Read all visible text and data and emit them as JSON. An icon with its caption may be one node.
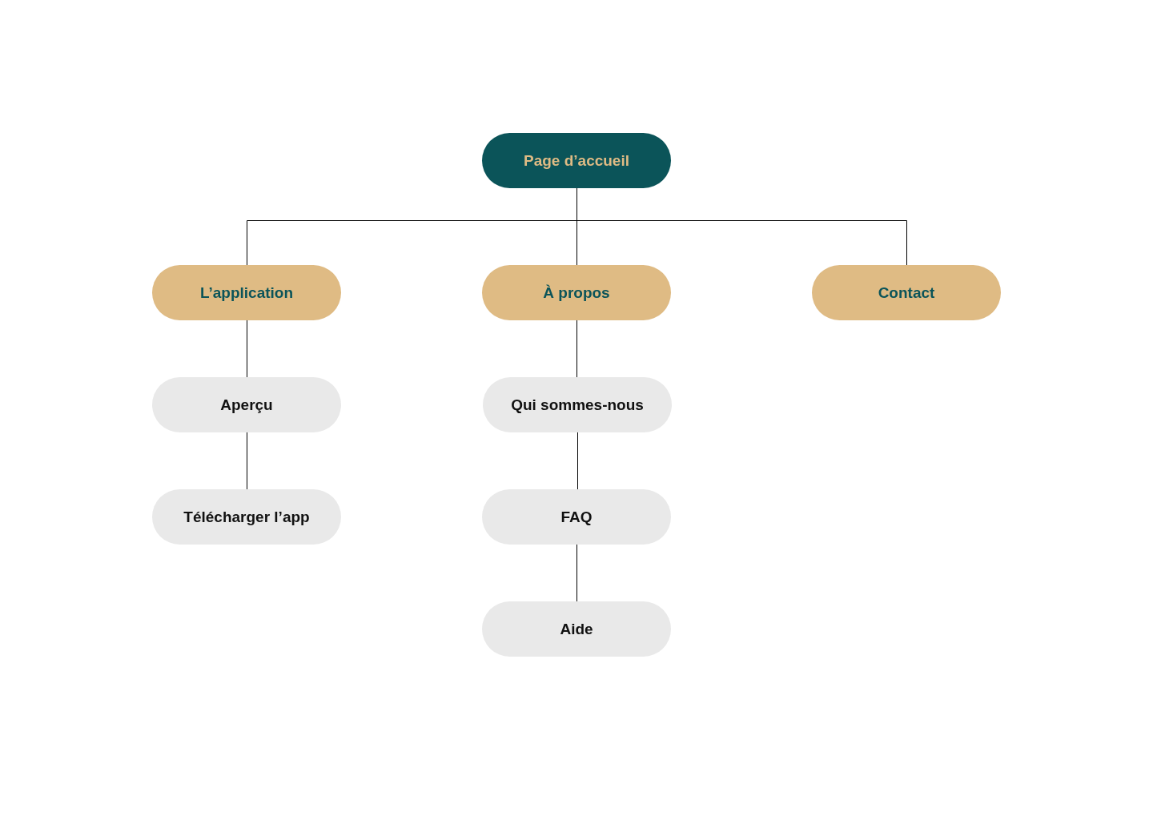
{
  "diagram": {
    "nodes": [
      {
        "text": [
          "Page d’accueil"
        ]
      },
      {
        "text": [
          "L’application"
        ]
      },
      {
        "text": [
          "À propos"
        ]
      },
      {
        "text": [
          "Contact"
        ]
      },
      {
        "text": [
          "Aperçu"
        ]
      },
      {
        "text": [
          "Télécharger l’app"
        ]
      },
      {
        "text": [
          "Qui sommes-nous"
        ]
      },
      {
        "text": [
          "FAQ"
        ]
      },
      {
        "text": [
          "Aide"
        ]
      }
    ],
    "edges": [
      {
        "from": 0,
        "to": 1,
        "arrow": "none"
      },
      {
        "from": 0,
        "to": 2,
        "arrow": "none"
      },
      {
        "from": 0,
        "to": 3,
        "arrow": "none"
      },
      {
        "from": 1,
        "to": 4,
        "arrow": "none"
      },
      {
        "from": 4,
        "to": 5,
        "arrow": "none"
      },
      {
        "from": 2,
        "to": 6,
        "arrow": "none"
      },
      {
        "from": 6,
        "to": 7,
        "arrow": "none"
      },
      {
        "from": 7,
        "to": 8,
        "arrow": "none"
      }
    ]
  }
}
